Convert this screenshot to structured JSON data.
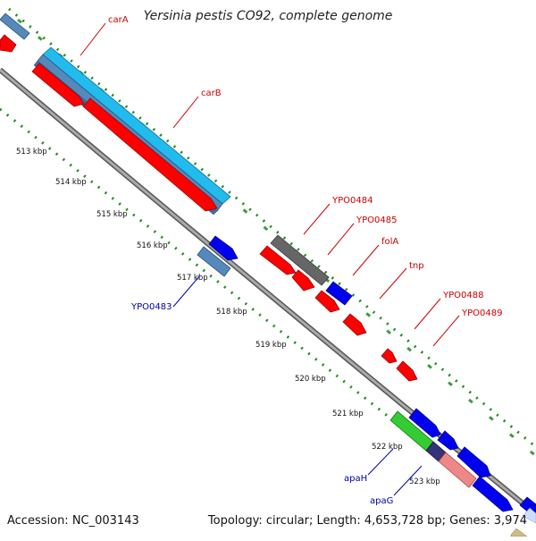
{
  "map": {
    "title": "Yersinia pestis CO92, complete genome",
    "accession": "Accession: NC_003143",
    "summary": "Topology: circular; Length: 4,653,728 bp; Genes: 3,974"
  },
  "kbp_labels": [
    "513 kbp",
    "514 kbp",
    "515 kbp",
    "516 kbp",
    "517 kbp",
    "518 kbp",
    "519 kbp",
    "520 kbp",
    "521 kbp",
    "522 kbp",
    "523 kbp"
  ],
  "gene_labels": [
    {
      "id": "carA",
      "text": "carA",
      "strand": "forward"
    },
    {
      "id": "carB",
      "text": "carB",
      "strand": "forward"
    },
    {
      "id": "YPO0484",
      "text": "YPO0484",
      "strand": "forward"
    },
    {
      "id": "YPO0485",
      "text": "YPO0485",
      "strand": "forward"
    },
    {
      "id": "folA",
      "text": "folA",
      "strand": "forward"
    },
    {
      "id": "tnp",
      "text": "tnp",
      "strand": "forward"
    },
    {
      "id": "YPO0488",
      "text": "YPO0488",
      "strand": "forward"
    },
    {
      "id": "YPO0489",
      "text": "YPO0489",
      "strand": "forward"
    },
    {
      "id": "YPO0483",
      "text": "YPO0483",
      "strand": "reverse"
    },
    {
      "id": "apaH",
      "text": "apaH",
      "strand": "reverse"
    },
    {
      "id": "apaG",
      "text": "apaG",
      "strand": "reverse"
    }
  ],
  "colors": {
    "forward_label": "#cc0000",
    "reverse_label": "#0000aa",
    "backbone": "#888888",
    "tick_green": "#1f8a1f",
    "cds_red": "#ff0000",
    "cds_blue": "#0000ee",
    "cog_cyan": "#22bbee",
    "cog_steel": "#5588bb",
    "cog_gray": "#666666",
    "cog_green": "#33cc33",
    "cog_pink": "#ee8888",
    "cog_navy": "#333377"
  }
}
